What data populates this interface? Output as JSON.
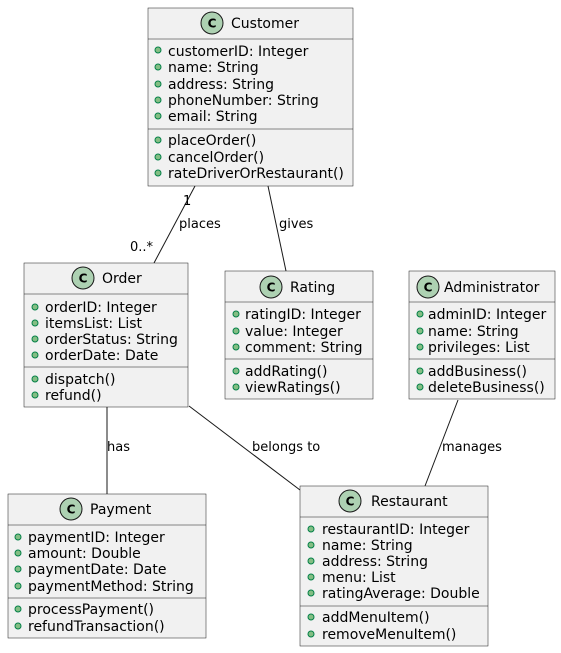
{
  "classes": {
    "customer": {
      "name": "Customer",
      "attributes": [
        "customerID: Integer",
        "name: String",
        "address: String",
        "phoneNumber: String",
        "email: String"
      ],
      "methods": [
        "placeOrder()",
        "cancelOrder()",
        "rateDriverOrRestaurant()"
      ]
    },
    "order": {
      "name": "Order",
      "attributes": [
        "orderID: Integer",
        "itemsList: List",
        "orderStatus: String",
        "orderDate: Date"
      ],
      "methods": [
        "dispatch()",
        "refund()"
      ]
    },
    "rating": {
      "name": "Rating",
      "attributes": [
        "ratingID: Integer",
        "value: Integer",
        "comment: String"
      ],
      "methods": [
        "addRating()",
        "viewRatings()"
      ]
    },
    "administrator": {
      "name": "Administrator",
      "attributes": [
        "adminID: Integer",
        "name: String",
        "privileges: List"
      ],
      "methods": [
        "addBusiness()",
        "deleteBusiness()"
      ]
    },
    "payment": {
      "name": "Payment",
      "attributes": [
        "paymentID: Integer",
        "amount: Double",
        "paymentDate: Date",
        "paymentMethod: String"
      ],
      "methods": [
        "processPayment()",
        "refundTransaction()"
      ]
    },
    "restaurant": {
      "name": "Restaurant",
      "attributes": [
        "restaurantID: Integer",
        "name: String",
        "address: String",
        "menu: List",
        "ratingAverage: Double"
      ],
      "methods": [
        "addMenuItem()",
        "removeMenuItem()"
      ]
    }
  },
  "class_icon_glyph": "C",
  "relations": {
    "customer_order": {
      "label": "places",
      "from_multiplicity": "1",
      "to_multiplicity": "0..*"
    },
    "customer_rating": {
      "label": "gives"
    },
    "order_payment": {
      "label": "has"
    },
    "order_restaurant": {
      "label": "belongs to"
    },
    "administrator_restaurant": {
      "label": "manages"
    }
  },
  "colors": {
    "class_fill": "#f1f1f1",
    "border": "#181818",
    "class_icon": "#add1b2",
    "visibility_public": "#84be84"
  }
}
